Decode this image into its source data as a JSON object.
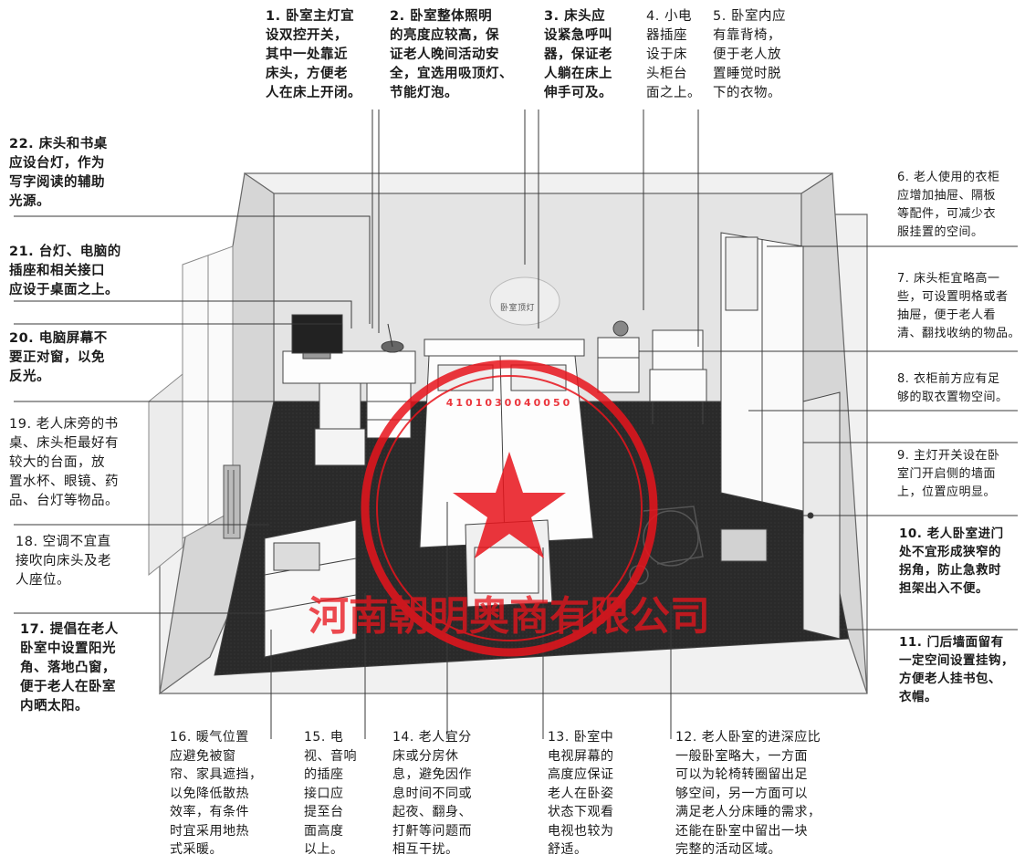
{
  "notes": [
    {
      "id": 1,
      "text": "1. 卧室主灯宜\n设双控开关，\n其中一处靠近\n床头，方便老\n人在床上开闭。"
    },
    {
      "id": 2,
      "text": "2. 卧室整体照明\n的亮度应较高，保\n证老人晚间活动安\n全，宜选用吸顶灯、\n节能灯泡。"
    },
    {
      "id": 3,
      "text": "3. 床头应\n设紧急呼叫\n器，保证老\n人躺在床上\n伸手可及。"
    },
    {
      "id": 4,
      "text": "4. 小电\n器插座\n设于床\n头柜台\n面之上。"
    },
    {
      "id": 5,
      "text": "5. 卧室内应\n有靠背椅，\n便于老人放\n置睡觉时脱\n下的衣物。"
    },
    {
      "id": 6,
      "text": "6. 老人使用的衣柜\n应增加抽屉、隔板\n等配件，可减少衣\n服挂置的空间。"
    },
    {
      "id": 7,
      "text": "7. 床头柜宜略高一\n些，可设置明格或者\n抽屉，便于老人看\n清、翻找收纳的物品。"
    },
    {
      "id": 8,
      "text": "8. 衣柜前方应有足\n够的取衣置物空间。"
    },
    {
      "id": 9,
      "text": "9. 主灯开关设在卧\n室门开启侧的墙面\n上，位置应明显。"
    },
    {
      "id": 10,
      "text": "10. 老人卧室进门\n处不宜形成狭窄的\n拐角，防止急救时\n担架出入不便。"
    },
    {
      "id": 11,
      "text": "11. 门后墙面留有\n一定空间设置挂钩，\n方便老人挂书包、\n衣帽。"
    },
    {
      "id": 12,
      "text": "12. 老人卧室的进深应比\n一般卧室略大，一方面\n可以为轮椅转圈留出足\n够空间，另一方面可以\n满足老人分床睡的需求，\n还能在卧室中留出一块\n完整的活动区域。"
    },
    {
      "id": 13,
      "text": "13. 卧室中\n电视屏幕的\n高度应保证\n老人在卧姿\n状态下观看\n电视也较为\n舒适。"
    },
    {
      "id": 14,
      "text": "14. 老人宜分\n床或分房休\n息，避免因作\n息时间不同或\n起夜、翻身、\n打鼾等问题而\n相互干扰。"
    },
    {
      "id": 15,
      "text": "15. 电\n视、音响\n的插座\n接口应\n提至台\n面高度\n以上。"
    },
    {
      "id": 16,
      "text": "16. 暖气位置\n应避免被窗\n帘、家具遮挡，\n以免降低散热\n效率，有条件\n时宜采用地热\n式采暖。"
    },
    {
      "id": 17,
      "text": "17. 提倡在老人\n卧室中设置阳光\n角、落地凸窗，\n便于老人在卧室\n内晒太阳。"
    },
    {
      "id": 18,
      "text": "18. 空调不宜直\n接吹向床头及老\n人座位。"
    },
    {
      "id": 19,
      "text": "19. 老人床旁的书\n桌、床头柜最好有\n较大的台面，放\n置水杯、眼镜、药\n品、台灯等物品。"
    },
    {
      "id": 20,
      "text": "20. 电脑屏幕不\n要正对窗，以免\n反光。"
    },
    {
      "id": 21,
      "text": "21. 台灯、电脑的\n插座和相关接口\n应设于桌面之上。"
    },
    {
      "id": 22,
      "text": "22. 床头和书桌\n应设台灯，作为\n写字阅读的辅助\n光源。"
    }
  ],
  "ceiling_light_label": "卧室顶灯",
  "stamp": {
    "text": "河南朝明奥商有限公司",
    "number": "4101030040050",
    "color": "#e8141c"
  }
}
